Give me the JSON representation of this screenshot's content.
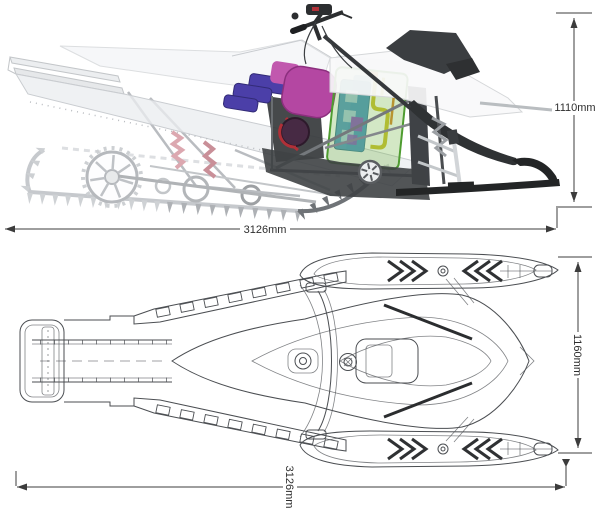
{
  "diagram": {
    "side_view": {
      "height_dimension": "1110mm",
      "length_dimension": "3126mm"
    },
    "top_view": {
      "width_dimension": "1160mm",
      "length_dimension": "3126mm"
    },
    "colors": {
      "motor_magenta": "#b447a2",
      "motor_aux_magenta": "#c158ae",
      "battery_green": "#6cb33f",
      "battery_plate_blue": "#4a93c4",
      "module_indigo": "#4b3fa8",
      "cable_yellow": "#cdc22e",
      "cable_orange": "#d8872c",
      "accent_red": "#b03038",
      "accent_purple": "#8a56c2",
      "chassis_dark": "#3b3e41",
      "line_gray": "#4b4e52",
      "dimension_text": "#2e2e2e"
    }
  }
}
